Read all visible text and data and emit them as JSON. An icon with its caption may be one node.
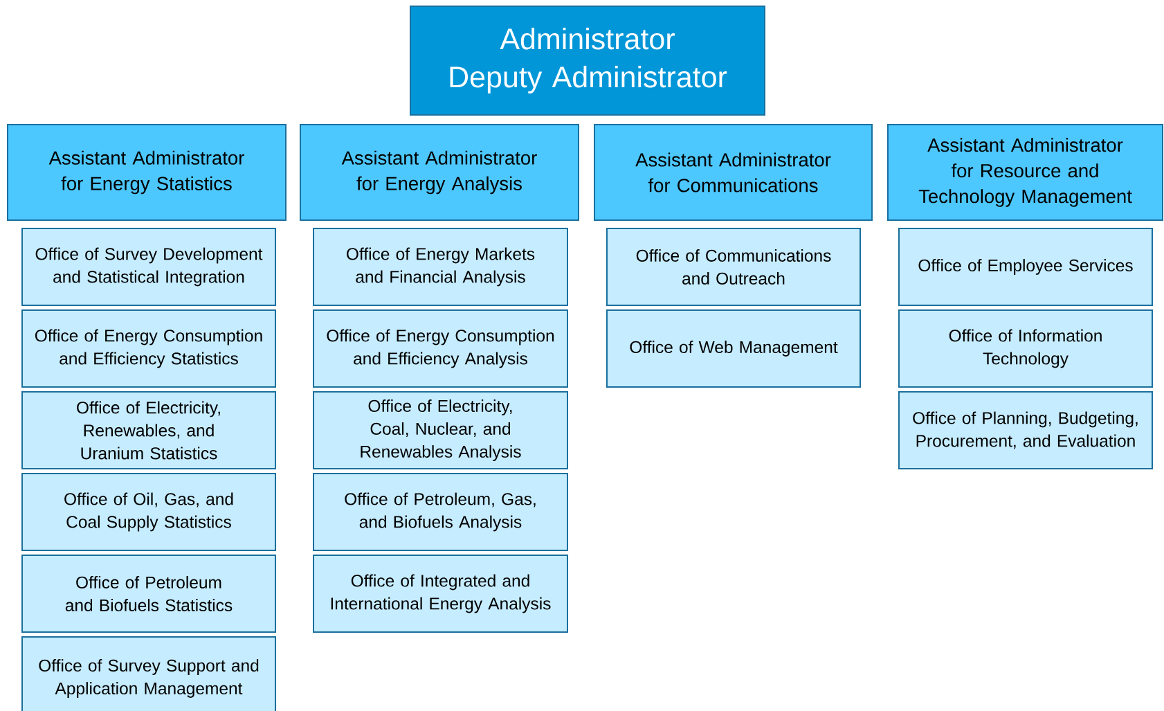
{
  "diagram": {
    "nodes": [
      {
        "text": [
          "Administrator",
          "Deputy Administrator"
        ]
      },
      {
        "text": [
          "Assistant Administrator for Energy Statistics"
        ]
      },
      {
        "text": [
          "Assistant Administrator for Energy Analysis"
        ]
      },
      {
        "text": [
          "Assistant Administrator for Communications"
        ]
      },
      {
        "text": [
          "Assistant Administrator for Resource and Technology Management"
        ]
      },
      {
        "text": [
          "Office of Survey Development and Statistical Integration"
        ]
      },
      {
        "text": [
          "Office of Energy Markets and Financial Analysis"
        ]
      },
      {
        "text": [
          "Office of Communications and Outreach"
        ]
      },
      {
        "text": [
          "Office of Employee Services"
        ]
      },
      {
        "text": [
          "Office of Energy Consumption and Efficiency Statistics"
        ]
      },
      {
        "text": [
          "Office of Energy Consumption and Efficiency Analysis"
        ]
      },
      {
        "text": [
          "Office of Web Management"
        ]
      },
      {
        "text": [
          "Office of Information Technology"
        ]
      },
      {
        "text": [
          "Office of Electricity, Renewables, and Uranium Statistics"
        ]
      },
      {
        "text": [
          "Office of Electricity, Coal, Nuclear, and Renewables Analysis"
        ]
      },
      {
        "text": [
          "Office of Planning, Budgeting, Procurement, and Evaluation"
        ]
      },
      {
        "text": [
          "Office of Oil, Gas, and Coal Supply Statistics"
        ]
      },
      {
        "text": [
          "Office of Petroleum, Gas, and Biofuels Analysis"
        ]
      },
      {
        "text": [
          "Office of Petroleum and Biofuels Statistics"
        ]
      },
      {
        "text": [
          "Office of Integrated and International Energy Analysis"
        ]
      },
      {
        "text": [
          "Office of Survey Support and Application Management"
        ]
      }
    ]
  }
}
